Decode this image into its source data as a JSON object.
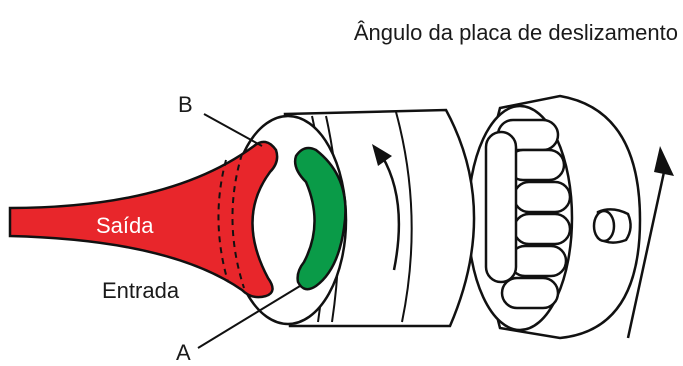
{
  "labels": {
    "title": "Ângulo da placa de deslizamento",
    "label_b": "B",
    "label_a": "A",
    "saida": "Saída",
    "entrada": "Entrada"
  },
  "colors": {
    "outlet_red": "#e8262b",
    "inlet_green": "#0a9b48",
    "stroke": "#111111",
    "background": "#ffffff"
  }
}
